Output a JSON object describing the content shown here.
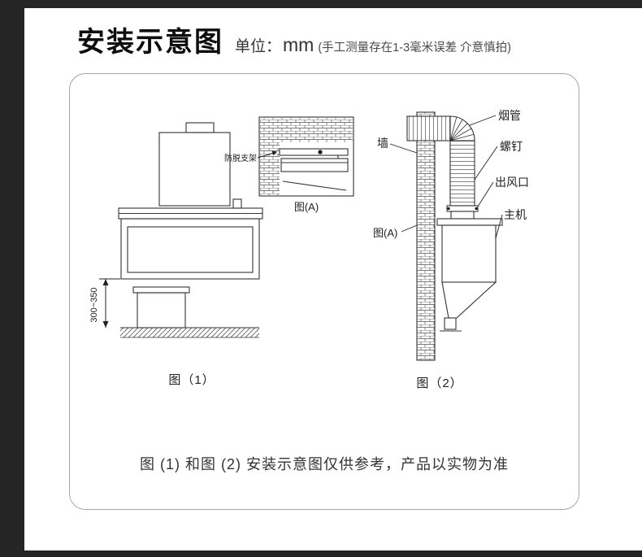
{
  "page": {
    "background_color": "#252525",
    "panel_color": "#ffffff",
    "line_color": "#333333"
  },
  "header": {
    "title": "安装示意图",
    "unit_label": "单位：",
    "unit_value": "mm",
    "unit_note": "(手工测量存在1-3毫米误差 介意慎拍)"
  },
  "figure1": {
    "caption": "图（1）",
    "detail_caption": "图(A)",
    "bracket_label": "防脱支架",
    "dimension": "300~350"
  },
  "figure2": {
    "caption": "图（2）",
    "wall": "墙",
    "pipe": "烟管",
    "screw": "螺钉",
    "outlet": "出风口",
    "main_unit": "主机",
    "detail_ref": "图(A)"
  },
  "footnote": {
    "text": "图 (1) 和图 (2) 安装示意图仅供参考，产品以实物为准"
  }
}
